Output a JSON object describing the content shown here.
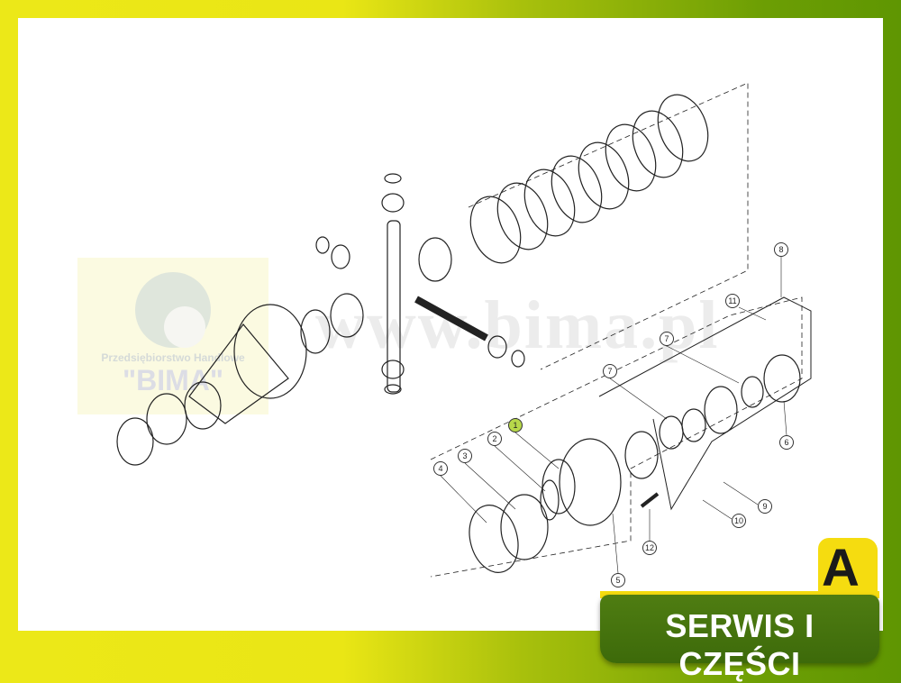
{
  "watermark": {
    "company_line": "Przedsiębiorstwo Handlowe",
    "name": "\"BIMA\"",
    "site": "www.bima.pl"
  },
  "part_labels": [
    {
      "id": "1",
      "highlighted": true
    },
    {
      "id": "2"
    },
    {
      "id": "3"
    },
    {
      "id": "4"
    },
    {
      "id": "5"
    },
    {
      "id": "6"
    },
    {
      "id": "7"
    },
    {
      "id": "7"
    },
    {
      "id": "8"
    },
    {
      "id": "9"
    },
    {
      "id": "10"
    },
    {
      "id": "11"
    },
    {
      "id": "12"
    }
  ],
  "badge": {
    "text": "SERWIS I CZĘŚCI",
    "letter": "A"
  },
  "colors": {
    "highlight": "#b7d84a",
    "badge_green": "#4f7d12",
    "badge_yellow": "#f5dc10"
  }
}
